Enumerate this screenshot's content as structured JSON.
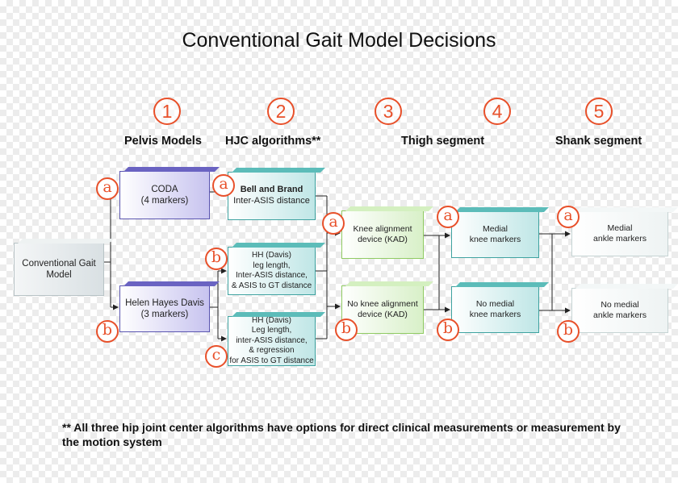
{
  "title": "Conventional Gait Model Decisions",
  "columns": [
    {
      "number": "1",
      "label": "Pelvis Models"
    },
    {
      "number": "2",
      "label": "HJC algorithms**"
    },
    {
      "number": "3",
      "label": "Thigh segment"
    },
    {
      "number": "4",
      "label": ""
    },
    {
      "number": "5",
      "label": "Shank segment"
    }
  ],
  "root_box": "Conventional Gait\nModel",
  "pelvis": [
    {
      "letter": "a",
      "label": "CODA\n(4 markers)"
    },
    {
      "letter": "b",
      "label": "Helen Hayes Davis\n(3 markers)"
    }
  ],
  "hjc": [
    {
      "letter": "a",
      "label_bold": "Bell and Brand",
      "label": "Inter-ASIS distance"
    },
    {
      "letter": "b",
      "label": "HH (Davis)\nleg length,\nInter-ASIS distance,\n& ASIS to GT distance"
    },
    {
      "letter": "c",
      "label": "HH (Davis)\nLeg length,\ninter-ASIS distance,\n& regression\nfor ASIS to GT distance"
    }
  ],
  "thigh": [
    {
      "letter": "a",
      "label": "Knee alignment\ndevice (KAD)"
    },
    {
      "letter": "b",
      "label": "No knee alignment\ndevice (KAD)"
    }
  ],
  "knee": [
    {
      "letter": "a",
      "label": "Medial\nknee markers"
    },
    {
      "letter": "b",
      "label": "No medial\nknee markers"
    }
  ],
  "shank": [
    {
      "letter": "a",
      "label": "Medial\nankle markers"
    },
    {
      "letter": "b",
      "label": "No medial\nankle markers"
    }
  ],
  "footnote": "** All three hip joint center algorithms have options for direct clinical measurements or measurement by the motion system",
  "colors": {
    "accent": "#e8502a",
    "purple": "#6a63c2",
    "teal": "#5cbcb9",
    "green": "#8fca62"
  }
}
